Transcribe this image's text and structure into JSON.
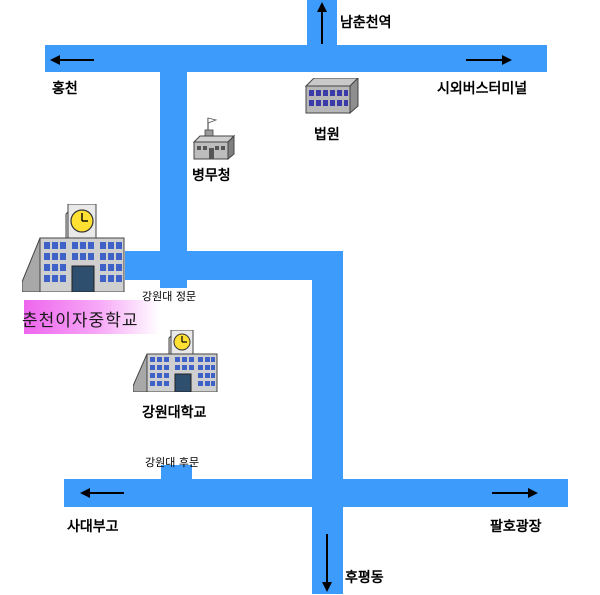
{
  "labels": {
    "north": "남춘천역",
    "west_top": "홍천",
    "east_top": "시외버스터미널",
    "court": "법원",
    "military": "병무청",
    "main_gate": "강원대 정문",
    "school": "춘천이자중학교",
    "university": "강원대학교",
    "back_gate": "강원대 후문",
    "west_bottom": "사대부고",
    "east_bottom": "팔호광장",
    "south": "후평동"
  },
  "colors": {
    "road": "#3d9bfb",
    "highlight": "#ee66ee"
  },
  "icons": [
    "clock-building-icon",
    "court-building-icon",
    "flag-building-icon",
    "arrow-icon"
  ]
}
